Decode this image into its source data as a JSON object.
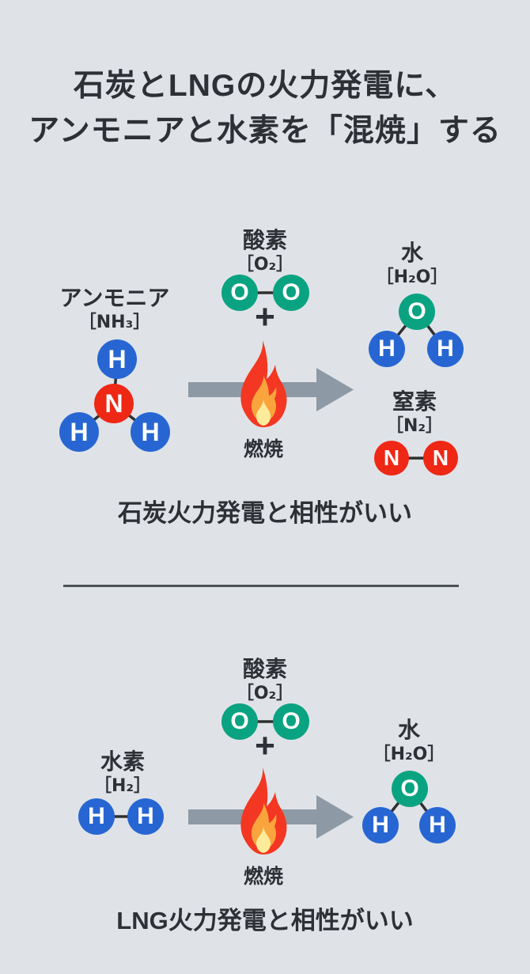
{
  "title": {
    "line1": "石炭とLNGの火力発電に、",
    "line2": "アンモニアと水素を「混焼」する"
  },
  "colors": {
    "background": "#dfe3e8",
    "text_dark": "#2d3136",
    "hydrogen_blue": "#2766d2",
    "nitrogen_red": "#ef2715",
    "oxygen_green": "#0aa381",
    "arrow_gray": "#8d99a4",
    "flame_red": "#f43722",
    "flame_orange": "#f9a43c",
    "flame_yellow": "#fbeb9a",
    "bond_dark": "#2f2f2f",
    "divider_dark": "#4c5156"
  },
  "sections": {
    "coal": {
      "reactant": {
        "label": "アンモニア",
        "formula": "［NH₃］",
        "atoms": [
          "H",
          "N",
          "H",
          "H"
        ]
      },
      "oxidizer": {
        "label": "酸素",
        "formula": "［O₂］",
        "atoms": [
          "O",
          "O"
        ]
      },
      "plus": "+",
      "combustion": "燃焼",
      "products": {
        "water": {
          "label": "水",
          "formula": "［H₂O］",
          "atoms": [
            "O",
            "H",
            "H"
          ]
        },
        "nitrogen": {
          "label": "窒素",
          "formula": "［N₂］",
          "atoms": [
            "N",
            "N"
          ]
        }
      },
      "caption": "石炭火力発電と相性がいい"
    },
    "lng": {
      "reactant": {
        "label": "水素",
        "formula": "［H₂］",
        "atoms": [
          "H",
          "H"
        ]
      },
      "oxidizer": {
        "label": "酸素",
        "formula": "［O₂］",
        "atoms": [
          "O",
          "O"
        ]
      },
      "plus": "+",
      "combustion": "燃焼",
      "products": {
        "water": {
          "label": "水",
          "formula": "［H₂O］",
          "atoms": [
            "O",
            "H",
            "H"
          ]
        }
      },
      "caption": "LNG火力発電と相性がいい"
    }
  }
}
